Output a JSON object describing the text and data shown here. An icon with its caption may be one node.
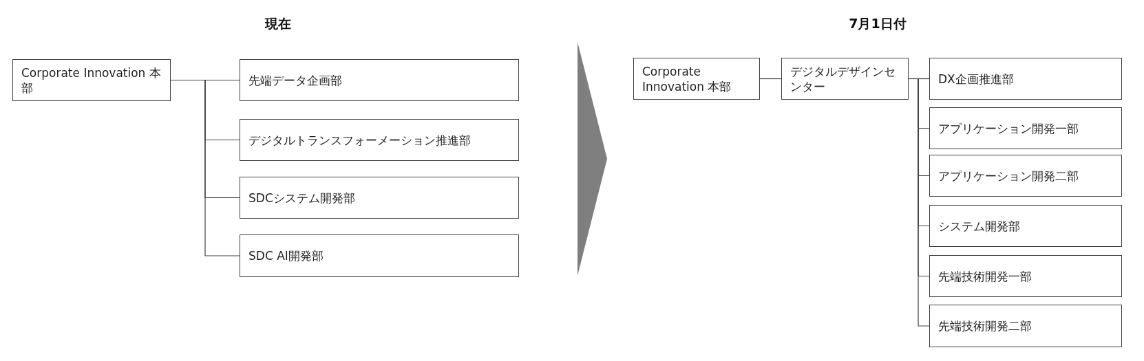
{
  "diagram": {
    "nodes": [
      {
        "text": [
          "Corporate Innovation 本部"
        ]
      },
      {
        "text": [
          "先端データ企画部"
        ]
      },
      {
        "text": [
          "デジタルトランスフォーメーション推進部"
        ]
      },
      {
        "text": [
          "SDCシステム開発部"
        ]
      },
      {
        "text": [
          "SDC AI開発部"
        ]
      },
      {
        "text": [
          "Corporate Innovation 本部"
        ]
      },
      {
        "text": [
          "デジタルデザインセンター"
        ]
      },
      {
        "text": [
          "DX企画推進部"
        ]
      },
      {
        "text": [
          "アプリケーション開発一部"
        ]
      },
      {
        "text": [
          "アプリケーション開発二部"
        ]
      },
      {
        "text": [
          "システム開発部"
        ]
      },
      {
        "text": [
          "先端技術開発一部"
        ]
      },
      {
        "text": [
          "先端技術開発二部"
        ]
      }
    ],
    "edges": [
      {
        "from": 0,
        "to": 1,
        "arrow": "none"
      },
      {
        "from": 0,
        "to": 2,
        "arrow": "none"
      },
      {
        "from": 0,
        "to": 3,
        "arrow": "none"
      },
      {
        "from": 0,
        "to": 4,
        "arrow": "none"
      },
      {
        "from": 5,
        "to": 6,
        "arrow": "none"
      },
      {
        "from": 6,
        "to": 7,
        "arrow": "none"
      },
      {
        "from": 6,
        "to": 8,
        "arrow": "none"
      },
      {
        "from": 6,
        "to": 9,
        "arrow": "none"
      },
      {
        "from": 6,
        "to": 10,
        "arrow": "none"
      },
      {
        "from": 6,
        "to": 11,
        "arrow": "none"
      },
      {
        "from": 6,
        "to": 12,
        "arrow": "none"
      }
    ],
    "labels": [
      "現在",
      "7月1日付"
    ]
  }
}
